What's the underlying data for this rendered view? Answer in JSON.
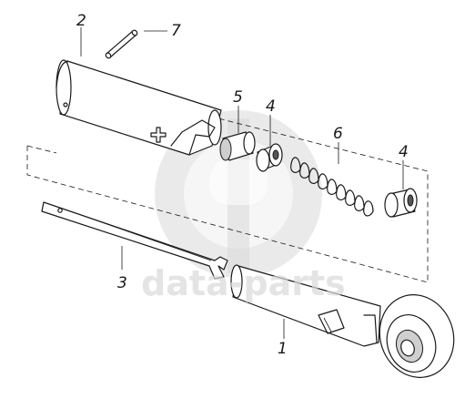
{
  "watermark": {
    "text": "data-parts"
  },
  "callouts": [
    {
      "id": "p1",
      "label": "1"
    },
    {
      "id": "p2",
      "label": "2"
    },
    {
      "id": "p3",
      "label": "3"
    },
    {
      "id": "p4a",
      "label": "4"
    },
    {
      "id": "p4b",
      "label": "4"
    },
    {
      "id": "p5",
      "label": "5"
    },
    {
      "id": "p6",
      "label": "6"
    },
    {
      "id": "p7",
      "label": "7"
    }
  ]
}
